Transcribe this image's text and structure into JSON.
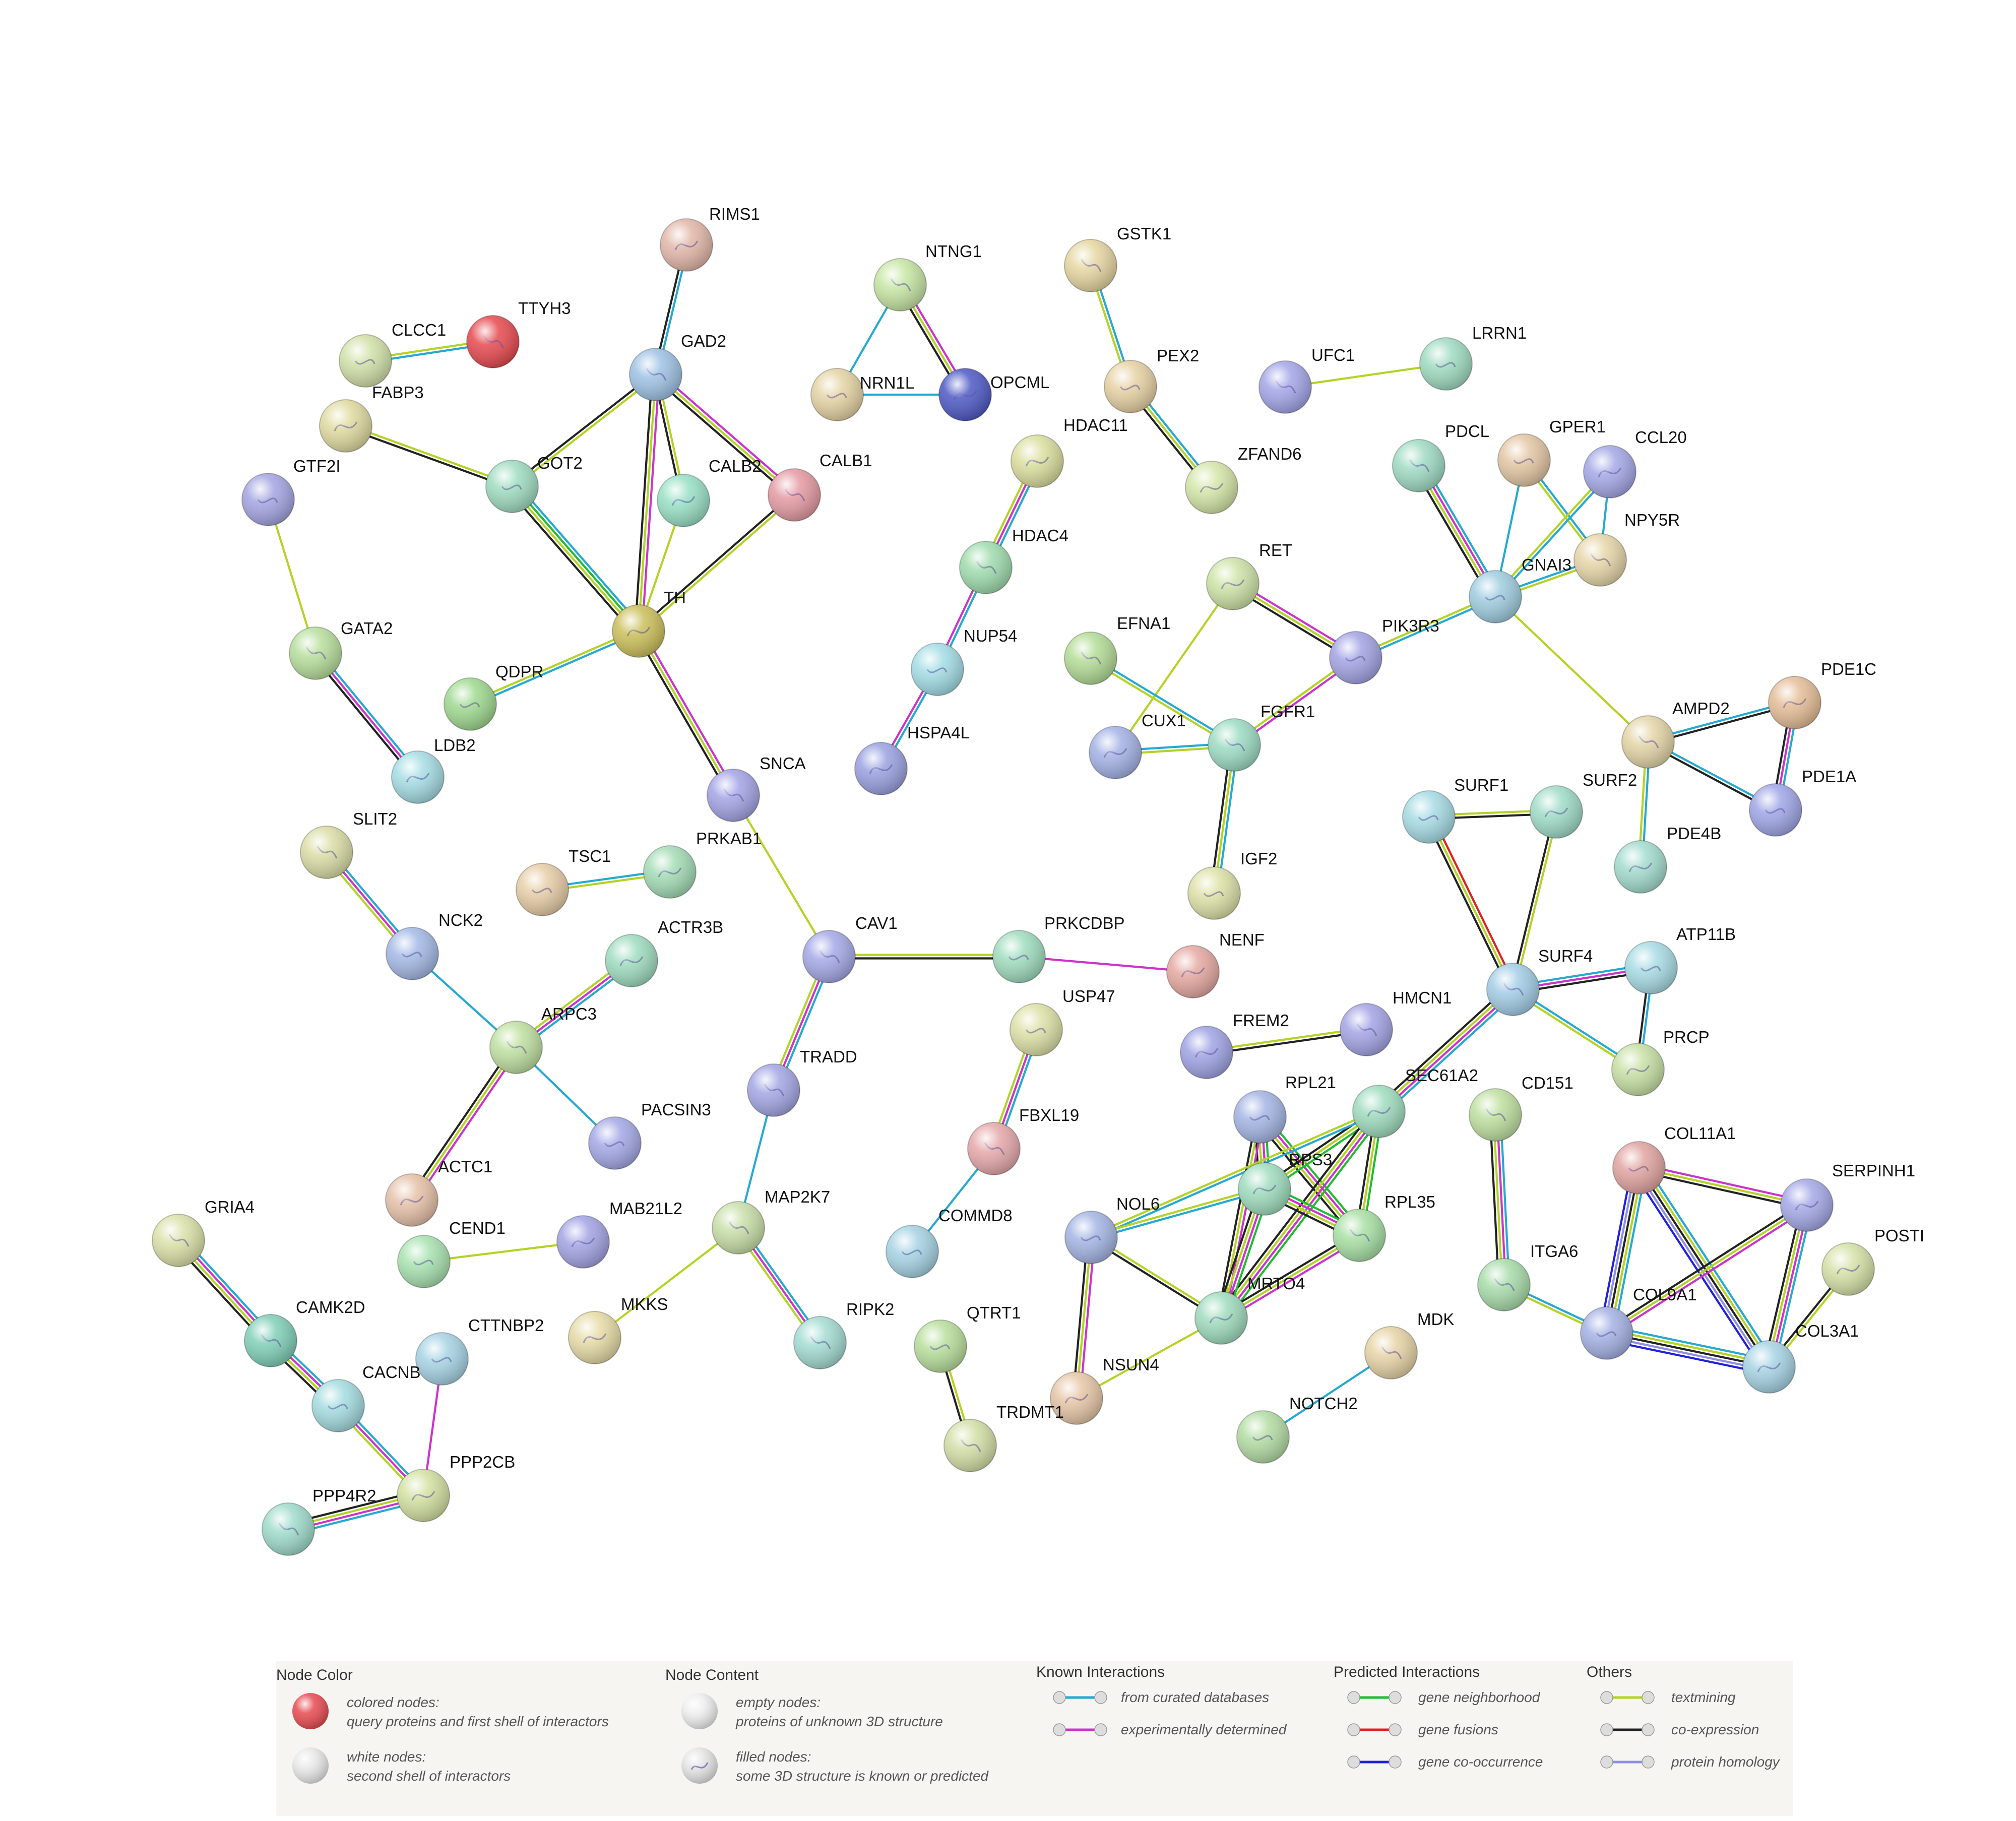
{
  "colors": {
    "database": "#26a9d0",
    "experimental": "#cc33cc",
    "neighborhood": "#22bb33",
    "fusion": "#e02020",
    "cooccurrence": "#2020dd",
    "textmining": "#b3d325",
    "coexpression": "#222222",
    "homology": "#8e8ee6"
  },
  "nodes": [
    {
      "id": "RIMS1",
      "color": "#e2b6a8"
    },
    {
      "id": "TTYH3",
      "color": "#e6494f"
    },
    {
      "id": "CLCC1",
      "color": "#d1e1a8"
    },
    {
      "id": "FABP3",
      "color": "#e0dba0"
    },
    {
      "id": "GAD2",
      "color": "#9ec2e4"
    },
    {
      "id": "GOT2",
      "color": "#9fdcc0"
    },
    {
      "id": "CALB2",
      "color": "#98e0c6"
    },
    {
      "id": "CALB1",
      "color": "#e59aa3"
    },
    {
      "id": "GTF2I",
      "color": "#a4a4e2"
    },
    {
      "id": "TH",
      "color": "#cbbf5a"
    },
    {
      "id": "GATA2",
      "color": "#b7df9c"
    },
    {
      "id": "QDPR",
      "color": "#9fd98f"
    },
    {
      "id": "LDB2",
      "color": "#a5dde4"
    },
    {
      "id": "NTNG1",
      "color": "#c7e6a4"
    },
    {
      "id": "NRN1L",
      "color": "#e4d3a3"
    },
    {
      "id": "OPCML",
      "color": "#4d59c4"
    },
    {
      "id": "GSTK1",
      "color": "#e6d6a1"
    },
    {
      "id": "PEX2",
      "color": "#e7d1a4"
    },
    {
      "id": "ZFAND6",
      "color": "#d4e6a8"
    },
    {
      "id": "UFC1",
      "color": "#a3a5e8"
    },
    {
      "id": "LRRN1",
      "color": "#9fdcc0"
    },
    {
      "id": "HDAC11",
      "color": "#dbdf9e"
    },
    {
      "id": "HDAC4",
      "color": "#9fdcad"
    },
    {
      "id": "NUP54",
      "color": "#a3dde6"
    },
    {
      "id": "HSPA4L",
      "color": "#9aa1e0"
    },
    {
      "id": "PDCL",
      "color": "#9fdcc4"
    },
    {
      "id": "GPER1",
      "color": "#e3c6a3"
    },
    {
      "id": "CCL20",
      "color": "#a4a8e6"
    },
    {
      "id": "NPY5R",
      "color": "#e6d6a8"
    },
    {
      "id": "GNAI3",
      "color": "#9fcde0"
    },
    {
      "id": "RET",
      "color": "#cde3a6"
    },
    {
      "id": "EFNA1",
      "color": "#b3dc96"
    },
    {
      "id": "PIK3R3",
      "color": "#a3a3e4"
    },
    {
      "id": "CUX1",
      "color": "#a4b2e6"
    },
    {
      "id": "FGFR1",
      "color": "#9cdcc3"
    },
    {
      "id": "IGF2",
      "color": "#dde1a6"
    },
    {
      "id": "PDE1C",
      "color": "#e4bd96"
    },
    {
      "id": "AMPD2",
      "color": "#e3d5a6"
    },
    {
      "id": "PDE1A",
      "color": "#9fa5e6"
    },
    {
      "id": "PDE4B",
      "color": "#a3dccd"
    },
    {
      "id": "SLIT2",
      "color": "#dbdda6"
    },
    {
      "id": "TSC1",
      "color": "#e6cda6"
    },
    {
      "id": "PRKAB1",
      "color": "#a3dcb5"
    },
    {
      "id": "SNCA",
      "color": "#a4a4e6"
    },
    {
      "id": "NCK2",
      "color": "#a4b9e6"
    },
    {
      "id": "ACTR3B",
      "color": "#9fdcc0"
    },
    {
      "id": "CAV1",
      "color": "#a4a8e6"
    },
    {
      "id": "PRKCDBP",
      "color": "#9fdcbe"
    },
    {
      "id": "NENF",
      "color": "#e6a8a0"
    },
    {
      "id": "ARPC3",
      "color": "#bfe0a0"
    },
    {
      "id": "USP47",
      "color": "#dde1a6"
    },
    {
      "id": "FREM2",
      "color": "#9fa3e4"
    },
    {
      "id": "HMCN1",
      "color": "#a4a4e6"
    },
    {
      "id": "SURF1",
      "color": "#a6dbe4"
    },
    {
      "id": "SURF2",
      "color": "#9fdcc7"
    },
    {
      "id": "SURF4",
      "color": "#a3cde6"
    },
    {
      "id": "ATP11B",
      "color": "#a8dbe4"
    },
    {
      "id": "PRCP",
      "color": "#c7e0a4"
    },
    {
      "id": "TRADD",
      "color": "#a3a6e4"
    },
    {
      "id": "PACSIN3",
      "color": "#a4a8e6"
    },
    {
      "id": "ACTC1",
      "color": "#e6c1a8"
    },
    {
      "id": "FBXL19",
      "color": "#e6a8aa"
    },
    {
      "id": "RPL21",
      "color": "#a4b5e4"
    },
    {
      "id": "SEC61A2",
      "color": "#9fdcbe"
    },
    {
      "id": "CD151",
      "color": "#bfe0a0"
    },
    {
      "id": "COL11A1",
      "color": "#e0a4a0"
    },
    {
      "id": "SERPINH1",
      "color": "#a4a8e6"
    },
    {
      "id": "GRIA4",
      "color": "#dbe1a8"
    },
    {
      "id": "CEND1",
      "color": "#a8e2b0"
    },
    {
      "id": "MAB21L2",
      "color": "#a3a3e4"
    },
    {
      "id": "MAP2K7",
      "color": "#c8dfa8"
    },
    {
      "id": "COMMD8",
      "color": "#a6d3e4"
    },
    {
      "id": "RPS3",
      "color": "#9fdcbe"
    },
    {
      "id": "RPL35",
      "color": "#a8e0a4"
    },
    {
      "id": "NOL6",
      "color": "#a4b5e4"
    },
    {
      "id": "POSTI",
      "color": "#d6e1a6"
    },
    {
      "id": "CAMK2D",
      "color": "#7fcfb7"
    },
    {
      "id": "CTTNBP2",
      "color": "#a6d3e4"
    },
    {
      "id": "MKKS",
      "color": "#e6dba6"
    },
    {
      "id": "RIPK2",
      "color": "#a3dcd2"
    },
    {
      "id": "QTRT1",
      "color": "#b8df9c"
    },
    {
      "id": "MRTO4",
      "color": "#9fdcbe"
    },
    {
      "id": "ITGA6",
      "color": "#a8dcaa"
    },
    {
      "id": "COL9A1",
      "color": "#a4b1e4"
    },
    {
      "id": "COL3A1",
      "color": "#a6d3e4"
    },
    {
      "id": "MDK",
      "color": "#e6d3a6"
    },
    {
      "id": "CACNB",
      "color": "#a4dce0"
    },
    {
      "id": "NSUN4",
      "color": "#e6c6a6"
    },
    {
      "id": "TRDMT1",
      "color": "#d2dfa6"
    },
    {
      "id": "NOTCH2",
      "color": "#b3dca4"
    },
    {
      "id": "PPP2CB",
      "color": "#d2e1a0"
    },
    {
      "id": "PPP4R2",
      "color": "#9fdccb"
    }
  ],
  "edges": [
    [
      "RIMS1",
      "GAD2",
      [
        "database",
        "coexpression"
      ]
    ],
    [
      "TTYH3",
      "CLCC1",
      [
        "database",
        "textmining"
      ]
    ],
    [
      "FABP3",
      "GOT2",
      [
        "textmining",
        "coexpression"
      ]
    ],
    [
      "GAD2",
      "GOT2",
      [
        "textmining",
        "coexpression"
      ]
    ],
    [
      "GAD2",
      "CALB2",
      [
        "textmining",
        "coexpression"
      ]
    ],
    [
      "GAD2",
      "CALB1",
      [
        "experimental",
        "textmining",
        "coexpression"
      ]
    ],
    [
      "GAD2",
      "TH",
      [
        "experimental",
        "textmining",
        "coexpression"
      ]
    ],
    [
      "GOT2",
      "TH",
      [
        "database",
        "neighborhood",
        "textmining",
        "coexpression"
      ]
    ],
    [
      "CALB2",
      "TH",
      [
        "textmining"
      ]
    ],
    [
      "CALB1",
      "TH",
      [
        "textmining",
        "coexpression"
      ]
    ],
    [
      "GTF2I",
      "GATA2",
      [
        "textmining"
      ]
    ],
    [
      "TH",
      "QDPR",
      [
        "database",
        "textmining"
      ]
    ],
    [
      "TH",
      "SNCA",
      [
        "experimental",
        "textmining",
        "coexpression"
      ]
    ],
    [
      "GATA2",
      "LDB2",
      [
        "database",
        "experimental",
        "coexpression"
      ]
    ],
    [
      "NTNG1",
      "NRN1L",
      [
        "database"
      ]
    ],
    [
      "NTNG1",
      "OPCML",
      [
        "experimental",
        "textmining",
        "coexpression"
      ]
    ],
    [
      "NRN1L",
      "OPCML",
      [
        "database"
      ]
    ],
    [
      "GSTK1",
      "PEX2",
      [
        "database",
        "textmining"
      ]
    ],
    [
      "PEX2",
      "ZFAND6",
      [
        "database",
        "textmining",
        "coexpression"
      ]
    ],
    [
      "UFC1",
      "LRRN1",
      [
        "textmining"
      ]
    ],
    [
      "HDAC11",
      "HDAC4",
      [
        "database",
        "experimental",
        "textmining"
      ]
    ],
    [
      "HDAC4",
      "NUP54",
      [
        "database",
        "experimental"
      ]
    ],
    [
      "NUP54",
      "HSPA4L",
      [
        "database",
        "experimental"
      ]
    ],
    [
      "PDCL",
      "GNAI3",
      [
        "database",
        "experimental",
        "textmining",
        "coexpression"
      ]
    ],
    [
      "GPER1",
      "GNAI3",
      [
        "database"
      ]
    ],
    [
      "GPER1",
      "NPY5R",
      [
        "database",
        "textmining"
      ]
    ],
    [
      "CCL20",
      "GNAI3",
      [
        "database",
        "textmining"
      ]
    ],
    [
      "CCL20",
      "NPY5R",
      [
        "database"
      ]
    ],
    [
      "GNAI3",
      "NPY5R",
      [
        "database",
        "textmining"
      ]
    ],
    [
      "GNAI3",
      "PIK3R3",
      [
        "database",
        "textmining"
      ]
    ],
    [
      "GNAI3",
      "AMPD2",
      [
        "textmining"
      ]
    ],
    [
      "RET",
      "PIK3R3",
      [
        "experimental",
        "textmining",
        "coexpression"
      ]
    ],
    [
      "RET",
      "CUX1",
      [
        "textmining"
      ]
    ],
    [
      "EFNA1",
      "FGFR1",
      [
        "database",
        "textmining"
      ]
    ],
    [
      "PIK3R3",
      "FGFR1",
      [
        "experimental",
        "textmining"
      ]
    ],
    [
      "CUX1",
      "FGFR1",
      [
        "database",
        "textmining"
      ]
    ],
    [
      "FGFR1",
      "IGF2",
      [
        "database",
        "textmining",
        "coexpression"
      ]
    ],
    [
      "AMPD2",
      "PDE1C",
      [
        "database",
        "coexpression"
      ]
    ],
    [
      "AMPD2",
      "PDE1A",
      [
        "database",
        "coexpression"
      ]
    ],
    [
      "AMPD2",
      "PDE4B",
      [
        "database",
        "textmining"
      ]
    ],
    [
      "PDE1C",
      "PDE1A",
      [
        "database",
        "experimental",
        "coexpression"
      ]
    ],
    [
      "SLIT2",
      "NCK2",
      [
        "database",
        "experimental",
        "textmining"
      ]
    ],
    [
      "TSC1",
      "PRKAB1",
      [
        "database",
        "textmining"
      ]
    ],
    [
      "SNCA",
      "CAV1",
      [
        "textmining"
      ]
    ],
    [
      "NCK2",
      "ARPC3",
      [
        "database"
      ]
    ],
    [
      "ACTR3B",
      "ARPC3",
      [
        "database",
        "experimental",
        "textmining"
      ]
    ],
    [
      "ARPC3",
      "PACSIN3",
      [
        "database"
      ]
    ],
    [
      "ARPC3",
      "ACTC1",
      [
        "experimental",
        "textmining",
        "coexpression"
      ]
    ],
    [
      "CAV1",
      "PRKCDBP",
      [
        "textmining",
        "coexpression"
      ]
    ],
    [
      "CAV1",
      "TRADD",
      [
        "database",
        "experimental",
        "textmining"
      ]
    ],
    [
      "PRKCDBP",
      "NENF",
      [
        "experimental"
      ]
    ],
    [
      "USP47",
      "FBXL19",
      [
        "database",
        "experimental",
        "textmining"
      ]
    ],
    [
      "FBXL19",
      "COMMD8",
      [
        "database"
      ]
    ],
    [
      "FREM2",
      "HMCN1",
      [
        "textmining",
        "coexpression"
      ]
    ],
    [
      "SURF1",
      "SURF2",
      [
        "textmining",
        "coexpression"
      ]
    ],
    [
      "SURF1",
      "SURF4",
      [
        "fusion",
        "textmining",
        "coexpression"
      ]
    ],
    [
      "SURF2",
      "SURF4",
      [
        "textmining",
        "coexpression"
      ]
    ],
    [
      "SURF4",
      "ATP11B",
      [
        "database",
        "experimental",
        "coexpression"
      ]
    ],
    [
      "SURF4",
      "PRCP",
      [
        "database",
        "textmining"
      ]
    ],
    [
      "SURF4",
      "SEC61A2",
      [
        "database",
        "experimental",
        "textmining",
        "coexpression"
      ]
    ],
    [
      "ATP11B",
      "PRCP",
      [
        "database",
        "coexpression"
      ]
    ],
    [
      "TRADD",
      "MAP2K7",
      [
        "database"
      ]
    ],
    [
      "MAP2K7",
      "MKKS",
      [
        "textmining"
      ]
    ],
    [
      "MAP2K7",
      "RIPK2",
      [
        "database",
        "experimental",
        "textmining"
      ]
    ],
    [
      "RPL21",
      "RPS3",
      [
        "neighborhood",
        "experimental",
        "textmining",
        "coexpression"
      ]
    ],
    [
      "RPL21",
      "RPL35",
      [
        "neighborhood",
        "experimental",
        "textmining",
        "coexpression"
      ]
    ],
    [
      "RPL21",
      "MRTO4",
      [
        "experimental",
        "textmining",
        "coexpression"
      ]
    ],
    [
      "SEC61A2",
      "RPS3",
      [
        "neighborhood",
        "textmining",
        "coexpression"
      ]
    ],
    [
      "SEC61A2",
      "RPL35",
      [
        "neighborhood",
        "textmining",
        "coexpression"
      ]
    ],
    [
      "SEC61A2",
      "MRTO4",
      [
        "neighborhood",
        "experimental",
        "textmining",
        "coexpression"
      ]
    ],
    [
      "SEC61A2",
      "NOL6",
      [
        "database",
        "textmining"
      ]
    ],
    [
      "RPS3",
      "RPL35",
      [
        "neighborhood",
        "experimental",
        "textmining",
        "coexpression"
      ]
    ],
    [
      "RPS3",
      "MRTO4",
      [
        "neighborhood",
        "experimental",
        "textmining",
        "coexpression"
      ]
    ],
    [
      "RPS3",
      "NOL6",
      [
        "database",
        "textmining"
      ]
    ],
    [
      "RPL35",
      "MRTO4",
      [
        "experimental",
        "textmining",
        "coexpression"
      ]
    ],
    [
      "NOL6",
      "MRTO4",
      [
        "textmining",
        "coexpression"
      ]
    ],
    [
      "NOL6",
      "NSUN4",
      [
        "experimental",
        "textmining",
        "coexpression"
      ]
    ],
    [
      "MRTO4",
      "NSUN4",
      [
        "textmining"
      ]
    ],
    [
      "CD151",
      "ITGA6",
      [
        "database",
        "experimental",
        "textmining",
        "coexpression"
      ]
    ],
    [
      "ITGA6",
      "COL9A1",
      [
        "database",
        "textmining"
      ]
    ],
    [
      "COL11A1",
      "SERPINH1",
      [
        "experimental",
        "textmining",
        "coexpression"
      ]
    ],
    [
      "COL11A1",
      "COL9A1",
      [
        "database",
        "textmining",
        "coexpression",
        "homology",
        "cooccurrence"
      ]
    ],
    [
      "COL11A1",
      "COL3A1",
      [
        "database",
        "textmining",
        "coexpression",
        "homology",
        "cooccurrence"
      ]
    ],
    [
      "SERPINH1",
      "COL9A1",
      [
        "experimental",
        "textmining",
        "coexpression"
      ]
    ],
    [
      "SERPINH1",
      "COL3A1",
      [
        "database",
        "experimental",
        "textmining",
        "coexpression"
      ]
    ],
    [
      "COL9A1",
      "COL3A1",
      [
        "database",
        "textmining",
        "coexpression",
        "homology",
        "cooccurrence"
      ]
    ],
    [
      "POSTI",
      "COL3A1",
      [
        "textmining",
        "coexpression"
      ]
    ],
    [
      "MDK",
      "NOTCH2",
      [
        "database"
      ]
    ],
    [
      "CEND1",
      "MAB21L2",
      [
        "textmining"
      ]
    ],
    [
      "GRIA4",
      "CAMK2D",
      [
        "database",
        "experimental",
        "textmining",
        "coexpression"
      ]
    ],
    [
      "CAMK2D",
      "CACNB",
      [
        "database",
        "experimental",
        "textmining",
        "coexpression"
      ]
    ],
    [
      "CACNB",
      "PPP2CB",
      [
        "database",
        "experimental",
        "textmining"
      ]
    ],
    [
      "CTTNBP2",
      "PPP2CB",
      [
        "experimental"
      ]
    ],
    [
      "PPP2CB",
      "PPP4R2",
      [
        "database",
        "experimental",
        "textmining",
        "coexpression"
      ]
    ],
    [
      "QTRT1",
      "TRDMT1",
      [
        "textmining",
        "coexpression"
      ]
    ]
  ],
  "legend": {
    "node_color": {
      "title": "Node Color",
      "items": [
        {
          "line1": "colored nodes:",
          "line2": "query proteins and first shell of interactors"
        },
        {
          "line1": "white nodes:",
          "line2": "second shell of interactors"
        }
      ]
    },
    "node_content": {
      "title": "Node Content",
      "items": [
        {
          "line1": "empty nodes:",
          "line2": "proteins of unknown 3D structure"
        },
        {
          "line1": "filled nodes:",
          "line2": "some 3D structure is known or predicted"
        }
      ]
    },
    "known": {
      "title": "Known Interactions",
      "items": [
        {
          "label": "from curated databases",
          "color": "#26a9d0"
        },
        {
          "label": "experimentally determined",
          "color": "#cc33cc"
        }
      ]
    },
    "predicted": {
      "title": "Predicted Interactions",
      "items": [
        {
          "label": "gene neighborhood",
          "color": "#22bb33"
        },
        {
          "label": "gene fusions",
          "color": "#e02020"
        },
        {
          "label": "gene co-occurrence",
          "color": "#2020dd"
        }
      ]
    },
    "others": {
      "title": "Others",
      "items": [
        {
          "label": "textmining",
          "color": "#b3d325"
        },
        {
          "label": "co-expression",
          "color": "#222222"
        },
        {
          "label": "protein homology",
          "color": "#8e8ee6"
        }
      ]
    }
  }
}
